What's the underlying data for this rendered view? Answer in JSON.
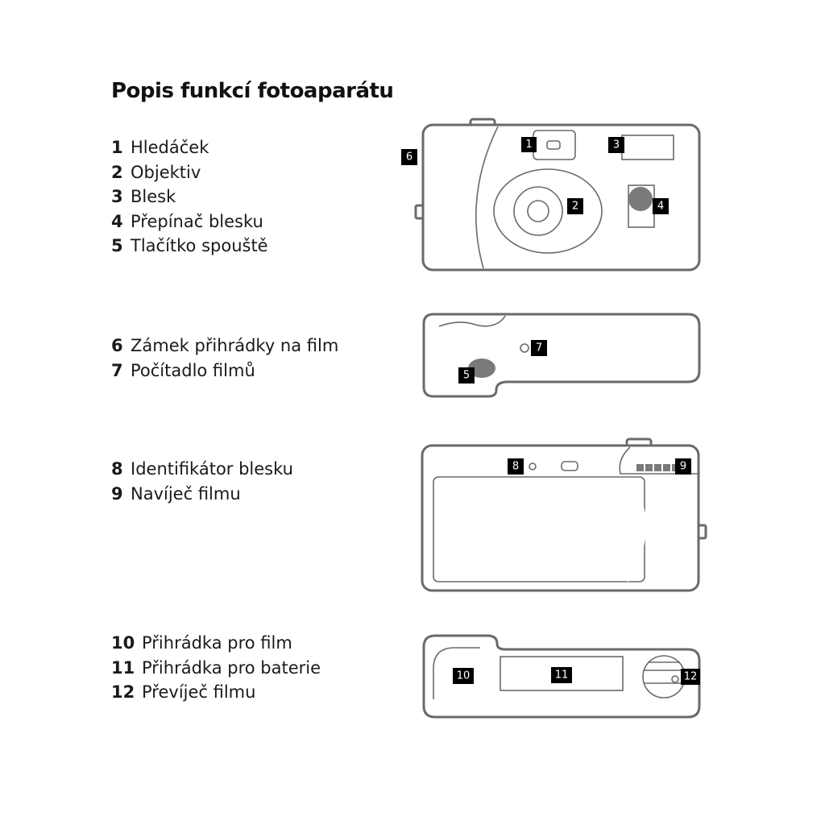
{
  "title": "Popis funkcí fotoaparátu",
  "legend_groups": [
    {
      "items": [
        {
          "num": "1",
          "label": "Hledáček"
        },
        {
          "num": "2",
          "label": "Objektiv"
        },
        {
          "num": "3",
          "label": "Blesk"
        },
        {
          "num": "4",
          "label": "Přepínač blesku"
        },
        {
          "num": "5",
          "label": "Tlačítko spouště"
        }
      ]
    },
    {
      "items": [
        {
          "num": "6",
          "label": "Zámek přihrádky na film"
        },
        {
          "num": "7",
          "label": "Počítadlo filmů"
        }
      ]
    },
    {
      "items": [
        {
          "num": "8",
          "label": "Identifikátor blesku"
        },
        {
          "num": "9",
          "label": "Navíječ filmu"
        }
      ]
    },
    {
      "items": [
        {
          "num": "10",
          "label": "Přihrádka pro film"
        },
        {
          "num": "11",
          "label": "Přihrádka pro baterie"
        },
        {
          "num": "12",
          "label": "Převíječ filmu"
        }
      ]
    }
  ],
  "callouts": {
    "c1": "1",
    "c2": "2",
    "c3": "3",
    "c4": "4",
    "c5": "5",
    "c6": "6",
    "c7": "7",
    "c8": "8",
    "c9": "9",
    "c10": "10",
    "c11": "11",
    "c12": "12"
  },
  "colors": {
    "outline": "#6a6a6a",
    "callout_bg": "#000000",
    "callout_text": "#ffffff"
  }
}
